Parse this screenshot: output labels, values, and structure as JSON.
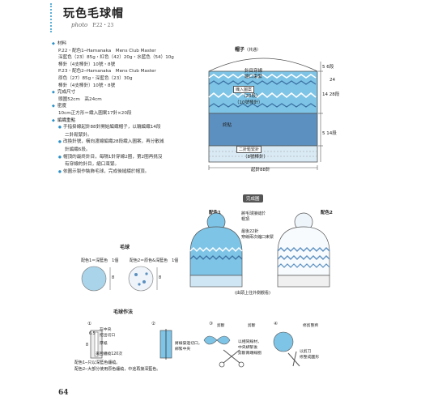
{
  "header": {
    "title": "玩色毛球帽",
    "photo_label": "photo",
    "photo_pages": "P.22・23"
  },
  "spec": {
    "material_h": "材料",
    "material_lines": [
      "P.22・配色1─Hamanaka　Mens Club Master",
      "深藍色（23）85g・紅色（42）20g・水藍色（54）10g",
      "棒針（4支棒針）10號・8號",
      "P.23・配色2─Hamanaka　Mens Club Master",
      "原色（27）85g・深藍色（23）30g",
      "棒針（4支棒針）10號・8號"
    ],
    "size_h": "完成尺寸",
    "size_line": "頭圍52cm　高24cm",
    "gauge_h": "密度",
    "gauge_line": "10cm正方形＝織入圖案17針×20段",
    "method_h": "編織重點",
    "method_lines": [
      "手指掛線起針88針開始編織帽子，以輪編織14段",
      "二針鬆緊針。",
      "改換針號，橫向渡線編織28段織入圖案，再分散減",
      "針編織6段。",
      "帽頂的最終針目，每隔1針穿線2圈，第2圈再挑沒",
      "有穿線的針目，縮口束緊。",
      "依圖示製作裝飾毛球，完成後縫綴於帽頂。"
    ]
  },
  "diagram": {
    "title": "帽子",
    "title_sub": "（共通）",
    "label_top1": "針目穿線",
    "label_top2": "縮口束緊",
    "label_decrease": "分散減針",
    "label_jacquard": "織入圖案",
    "label_rows_mid": "（28段）",
    "label_size10": "（10號棒針）",
    "label_end": "終點",
    "label_rib": "二針鬆緊針",
    "label_size8": "（8號棒針）",
    "label_cast": "起針88針",
    "d_top": "5",
    "d_top_u": "6段",
    "d_mid": "14",
    "d_mid_u": "28段",
    "d_bot": "5",
    "d_bot2": "14段",
    "d_total": "24"
  },
  "section_finish": {
    "badge": "完成圖",
    "c1": "配色1",
    "c2": "配色2",
    "note1": "將毛球接縫於",
    "note1b": "帽頂",
    "note2": "最後22針",
    "note2b": "穿線兩次縮口束緊",
    "bottom": "(由頭上往外側觀看)"
  },
  "pompom_spec": {
    "title": "毛球",
    "c1": "配色1＝深藍色　1個",
    "c2": "配色2＝原色&深藍色　1個",
    "dim": "8"
  },
  "pompom_method": {
    "title": "毛球作法",
    "step1": "①",
    "step2": "②",
    "step3": "③",
    "step4": "④",
    "s1a": "在中央",
    "s1b": "挖出切口",
    "s1c": "厚紙",
    "s1d": "6.5",
    "s1e": "8",
    "s1f": "來回纏繞120次",
    "s2a": "將線穿過切口，",
    "s2b": "綁緊中央",
    "s3a": "剪斷",
    "s3b": "剪斷",
    "s3c": "以相同線材，",
    "s3d": "中央綁緊後",
    "s3e": "剪斷兩端線圈",
    "s4a": "修剪整齊",
    "s4b": "以剪刀",
    "s4c": "修整成圓形",
    "note1": "配色1─只以深藍色纏繞。",
    "note2": "配色2─大部分使用原色纏繞，中途再接深藍色。"
  },
  "page": {
    "number": "64"
  },
  "colors": {
    "accent": "#2a90c8",
    "light_blue": "#7ec4e6",
    "navy": "#3a6fa0"
  }
}
